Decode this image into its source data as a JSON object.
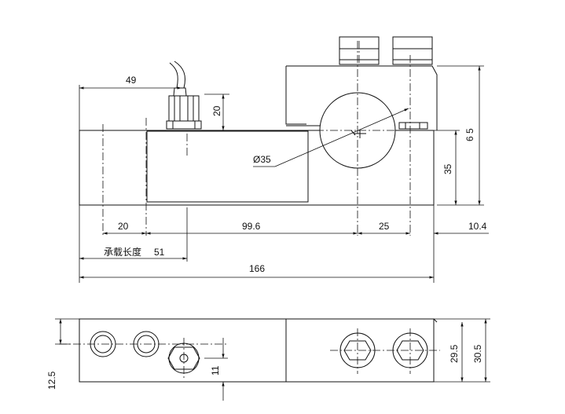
{
  "dimensions": {
    "d49": "49",
    "d20_height": "20",
    "d35_dia": "Ø35",
    "d65": "6 5",
    "d35": "35",
    "d20_left": "20",
    "d99_6": "99.6",
    "d25": "25",
    "d10_4": "10.4",
    "load_length_label": "承载长度",
    "load_length_value": "51",
    "d166": "166",
    "d12_5": "12.5",
    "d11": "11",
    "d29_5": "29.5",
    "d30_5": "30.5"
  },
  "colors": {
    "line": "#111111",
    "background": "#ffffff"
  }
}
